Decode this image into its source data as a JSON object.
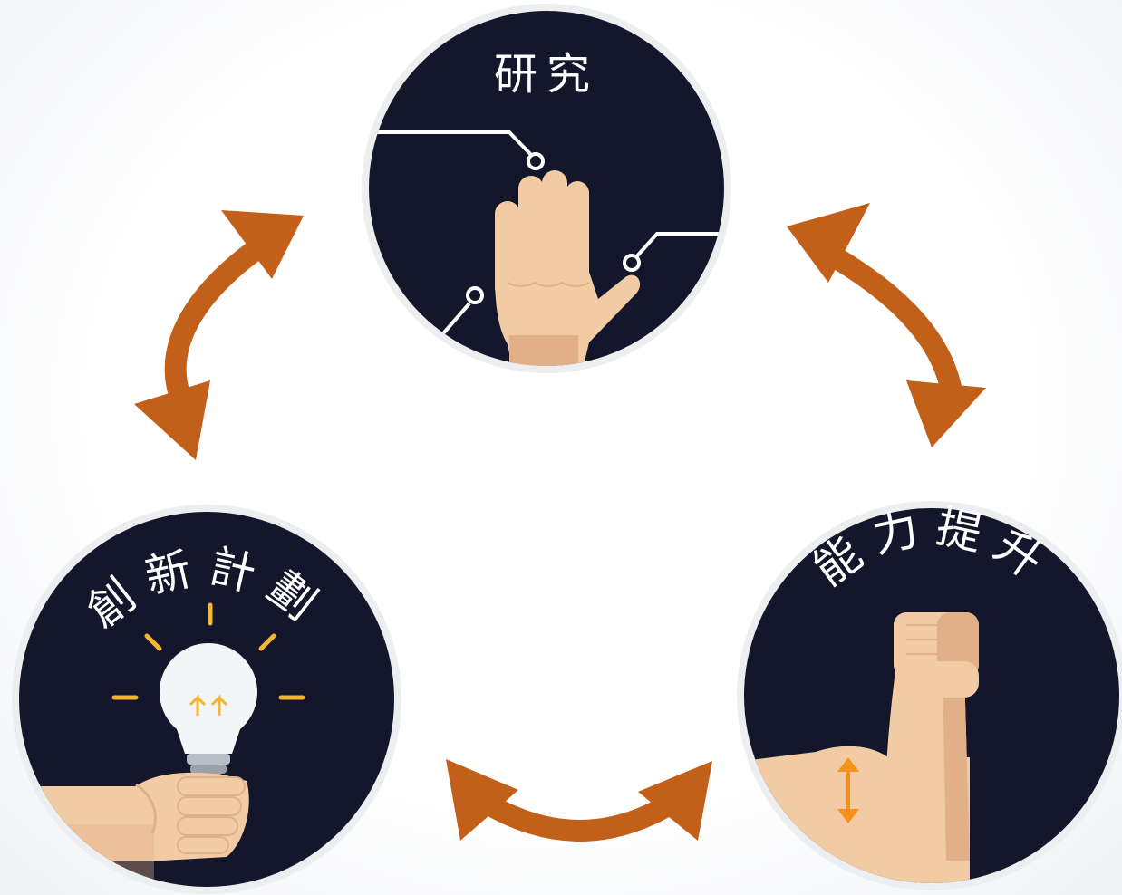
{
  "nodes": {
    "research": {
      "label": "研究",
      "icon": "raised-hand-icon"
    },
    "innovation": {
      "label": "創新計劃",
      "icon": "lightbulb-icon"
    },
    "capability": {
      "label": "能力提升",
      "icon": "flexed-arm-icon"
    }
  },
  "connections": [
    {
      "from": "research",
      "to": "innovation",
      "type": "bidirectional"
    },
    {
      "from": "research",
      "to": "capability",
      "type": "bidirectional"
    },
    {
      "from": "innovation",
      "to": "capability",
      "type": "bidirectional"
    }
  ],
  "colors": {
    "circle_fill": "#14172b",
    "circle_ring": "#eceeef",
    "arrow": "#c2601a",
    "skin": "#f1cba3",
    "skin_shade": "#e2b088",
    "label_text": "#ffffff",
    "bulb_glow": "#f4b531"
  }
}
